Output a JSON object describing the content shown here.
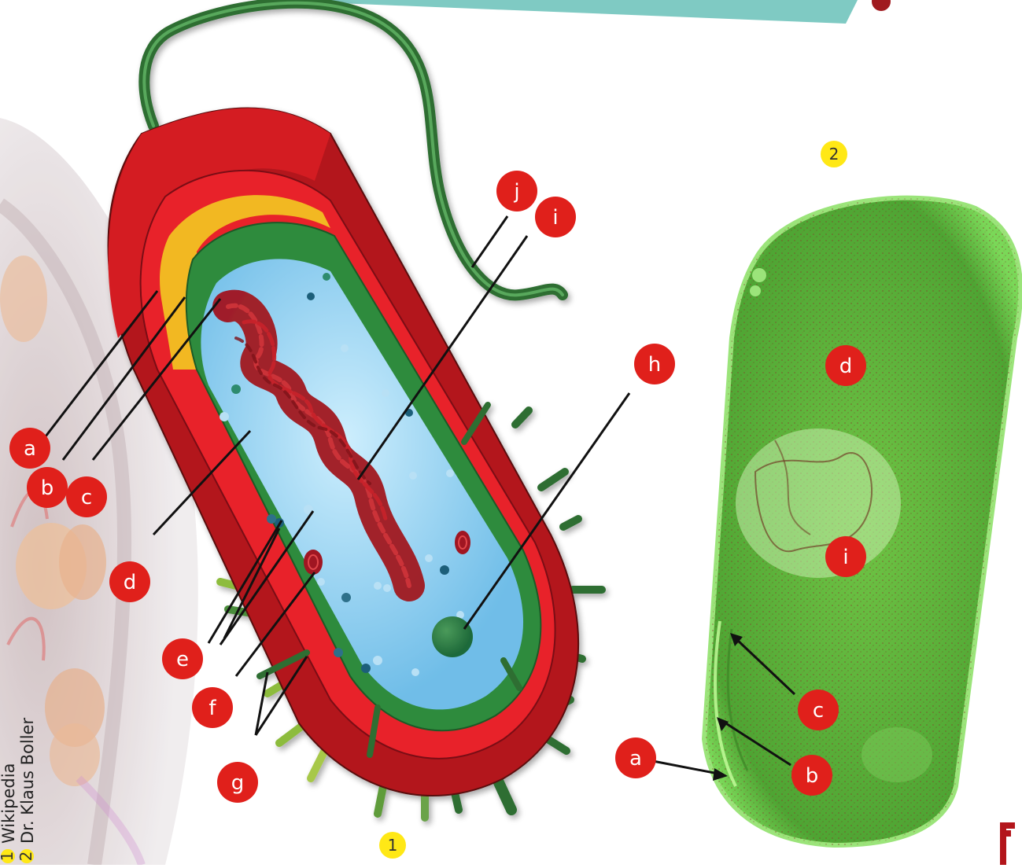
{
  "credits": [
    {
      "number": "1",
      "source": "Wikipedia"
    },
    {
      "number": "2",
      "source": "Dr. Klaus Boller"
    }
  ],
  "panels": [
    {
      "number": "1"
    },
    {
      "number": "2"
    }
  ],
  "diagram_labels": [
    "a",
    "b",
    "c",
    "d",
    "e",
    "f",
    "g",
    "h",
    "i",
    "j"
  ],
  "micrograph_labels": [
    "a",
    "b",
    "c",
    "d",
    "i"
  ],
  "colors": {
    "marker_red": "#e0201b",
    "badge_yellow": "#ffe816",
    "outer_wall": "#b3151b",
    "cell_wall": "#e8232a",
    "membrane_yellow": "#f2b820",
    "membrane_green": "#2e8b3e",
    "cytoplasm": "#8fd0ee",
    "dna": "#a01620",
    "flagellum": "#2d6e32",
    "micrograph_green": "#5fb83a",
    "banner_teal": "#7fcac3"
  }
}
